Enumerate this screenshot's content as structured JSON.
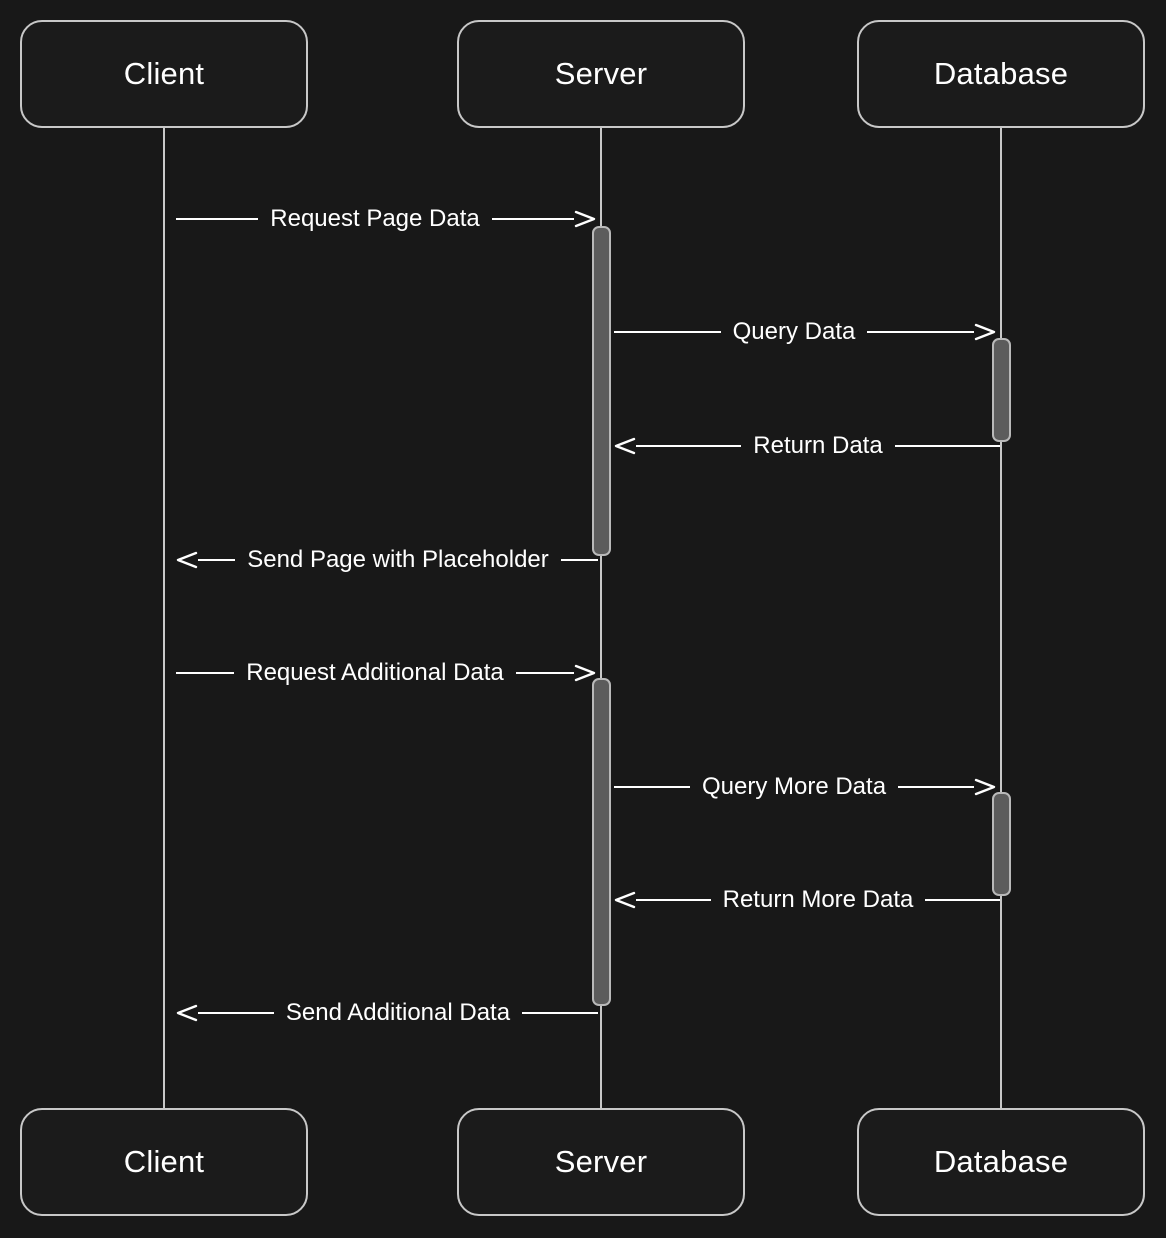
{
  "diagram": {
    "type": "sequence-diagram",
    "background_color": "#181818",
    "line_color": "#c8c8c8",
    "text_color": "#ffffff",
    "activation_fill": "#5c5c5c",
    "activation_border": "#b9b9b9",
    "participants": [
      {
        "id": "client",
        "label": "Client"
      },
      {
        "id": "server",
        "label": "Server"
      },
      {
        "id": "database",
        "label": "Database"
      }
    ],
    "participants_bottom": [
      {
        "id": "client",
        "label": "Client"
      },
      {
        "id": "server",
        "label": "Server"
      },
      {
        "id": "database",
        "label": "Database"
      }
    ],
    "messages": [
      {
        "index": 1,
        "from": "client",
        "to": "server",
        "label": "Request Page Data",
        "direction": "right"
      },
      {
        "index": 2,
        "from": "server",
        "to": "database",
        "label": "Query Data",
        "direction": "right"
      },
      {
        "index": 3,
        "from": "database",
        "to": "server",
        "label": "Return Data",
        "direction": "left"
      },
      {
        "index": 4,
        "from": "server",
        "to": "client",
        "label": "Send Page with Placeholder",
        "direction": "left"
      },
      {
        "index": 5,
        "from": "client",
        "to": "server",
        "label": "Request Additional Data",
        "direction": "right"
      },
      {
        "index": 6,
        "from": "server",
        "to": "database",
        "label": "Query More Data",
        "direction": "right"
      },
      {
        "index": 7,
        "from": "database",
        "to": "server",
        "label": "Return More Data",
        "direction": "left"
      },
      {
        "index": 8,
        "from": "server",
        "to": "client",
        "label": "Send Additional Data",
        "direction": "left"
      }
    ],
    "activations": [
      {
        "participant": "server",
        "order": 1
      },
      {
        "participant": "database",
        "order": 1
      },
      {
        "participant": "server",
        "order": 2
      },
      {
        "participant": "database",
        "order": 2
      }
    ]
  }
}
